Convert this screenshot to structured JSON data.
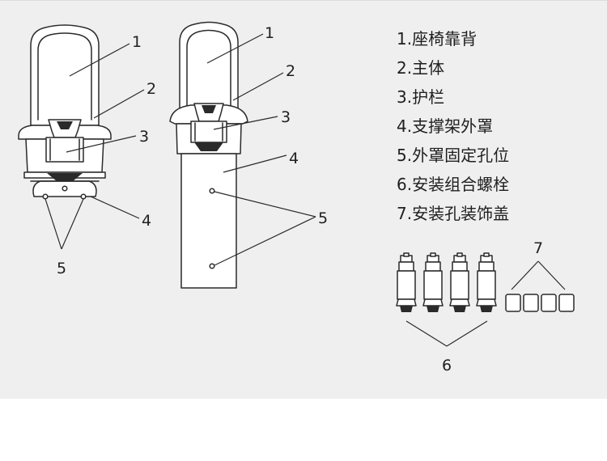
{
  "legend": [
    "1.座椅靠背",
    "2.主体",
    "3.护栏",
    "4.支撑架外罩",
    "5.外罩固定孔位",
    "6.安装组合螺栓",
    "7.安装孔装饰盖"
  ],
  "callouts": {
    "left": {
      "c1": "1",
      "c2": "2",
      "c3": "3",
      "c4": "4",
      "c5": "5"
    },
    "mid": {
      "c1": "1",
      "c2": "2",
      "c3": "3",
      "c4": "4",
      "c5": "5"
    },
    "parts": {
      "c6": "6",
      "c7": "7"
    }
  }
}
